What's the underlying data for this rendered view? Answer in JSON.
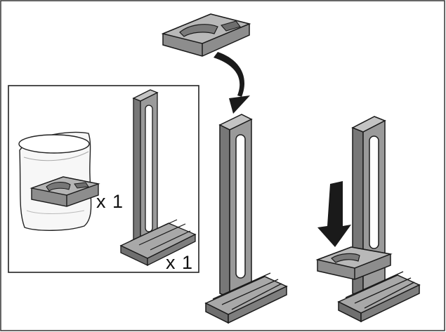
{
  "contents_box": {
    "pouch_quantity": "x 1",
    "stand_quantity": "x 1"
  },
  "colors": {
    "part_fill": "#9a9a9a",
    "part_fill_light": "#b6b6b6",
    "part_fill_dark": "#6e6e6e",
    "outline": "#1a1a1a",
    "arrow": "#1a1a1a",
    "pouch": "#f4f4f4"
  },
  "icons": [
    "instruction-frame",
    "contents-box",
    "plastic-pouch-icon",
    "holder-clip-icon",
    "upright-stand-icon",
    "curved-arrow-icon",
    "down-arrow-icon"
  ]
}
